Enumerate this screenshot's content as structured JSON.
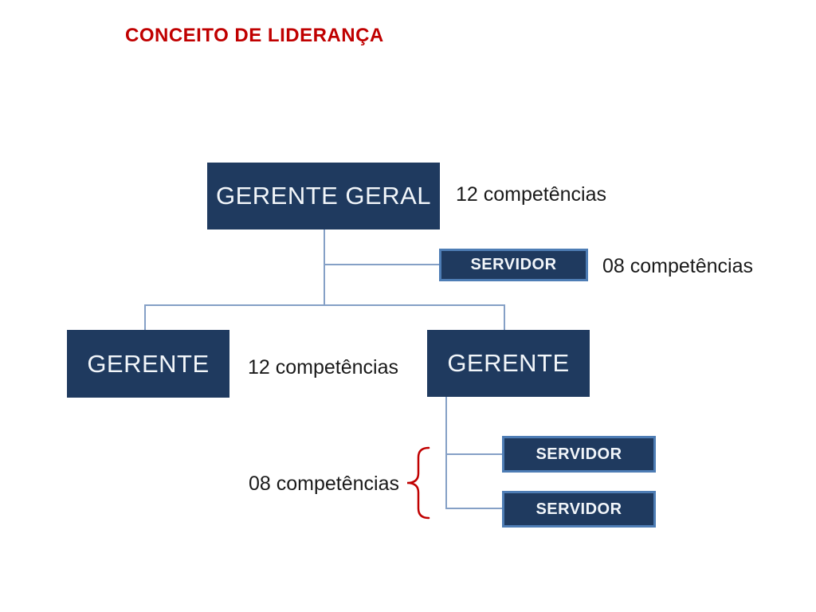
{
  "title": {
    "text": "CONCEITO DE LIDERANÇA"
  },
  "org_chart": {
    "gerente_geral": {
      "label": "GERENTE GERAL",
      "note": "12 competências"
    },
    "servidor_top": {
      "label": "SERVIDOR",
      "note": "08 competências"
    },
    "gerente_left": {
      "label": "GERENTE",
      "note": "12 competências"
    },
    "gerente_right": {
      "label": "GERENTE"
    },
    "servidor_mid": {
      "label": "SERVIDOR"
    },
    "servidor_bottom": {
      "label": "SERVIDOR"
    },
    "servidor_group_note": "08 competências"
  },
  "colors": {
    "background": "#FFFFFF",
    "title-red": "#C00000",
    "box-fill": "#1F3A5F",
    "box-border": "#4E7DB5",
    "box-text": "#F2F6FA",
    "connector": "#85A0C6",
    "brace-red": "#C00000",
    "note-text": "#1A1A1A"
  }
}
